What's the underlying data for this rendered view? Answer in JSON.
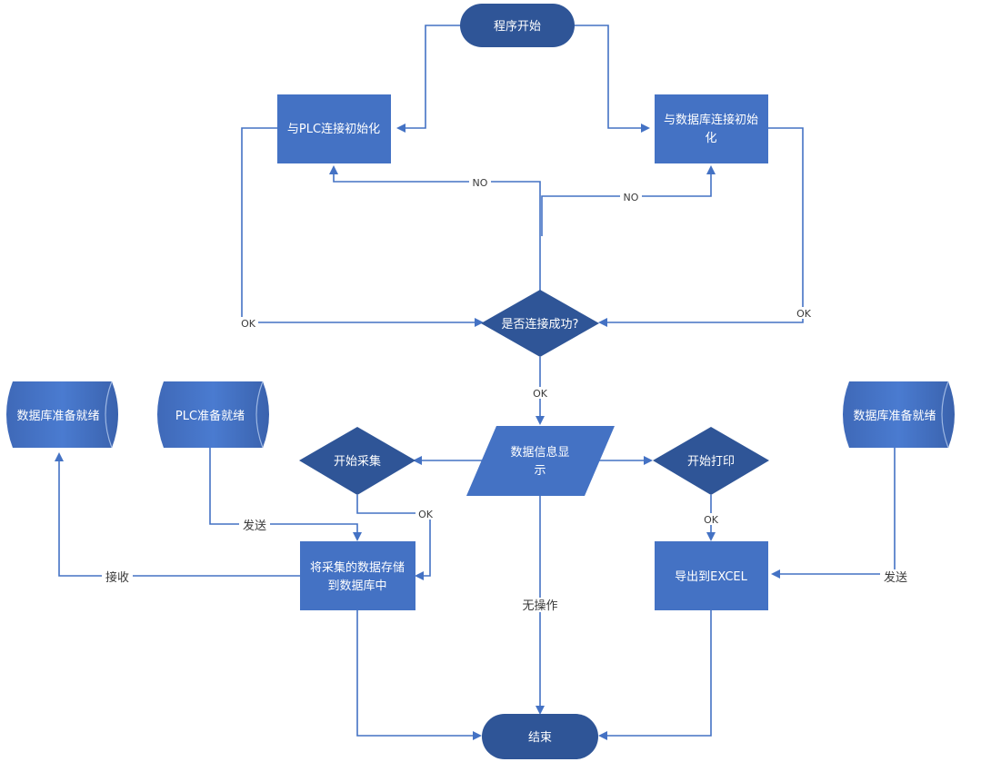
{
  "nodes": {
    "start": "程序开始",
    "plc_init": "与PLC连接初始化",
    "db_init_1": "与数据库连接初始",
    "db_init_2": "化",
    "decision_connect": "是否连接成功?",
    "db_ready_left": "数据库准备就绪",
    "plc_ready": "PLC准备就绪",
    "data_display_1": "数据信息显",
    "data_display_2": "示",
    "start_collect": "开始采集",
    "start_print": "开始打印",
    "db_ready_right": "数据库准备就绪",
    "store_1": "将采集的数据存储",
    "store_2": "到数据库中",
    "export_excel": "导出到EXCEL",
    "end": "结束"
  },
  "edge_labels": {
    "no_left": "NO",
    "no_right": "NO",
    "ok_left": "OK",
    "ok_right": "OK",
    "ok_down": "OK",
    "ok_collect": "OK",
    "ok_print": "OK",
    "send_plc": "发送",
    "send_db": "发送",
    "receive": "接收",
    "no_operation": "无操作"
  },
  "colors": {
    "shape_fill": "#4472C4",
    "line": "#4472C4",
    "text_on_shape": "#ffffff"
  }
}
